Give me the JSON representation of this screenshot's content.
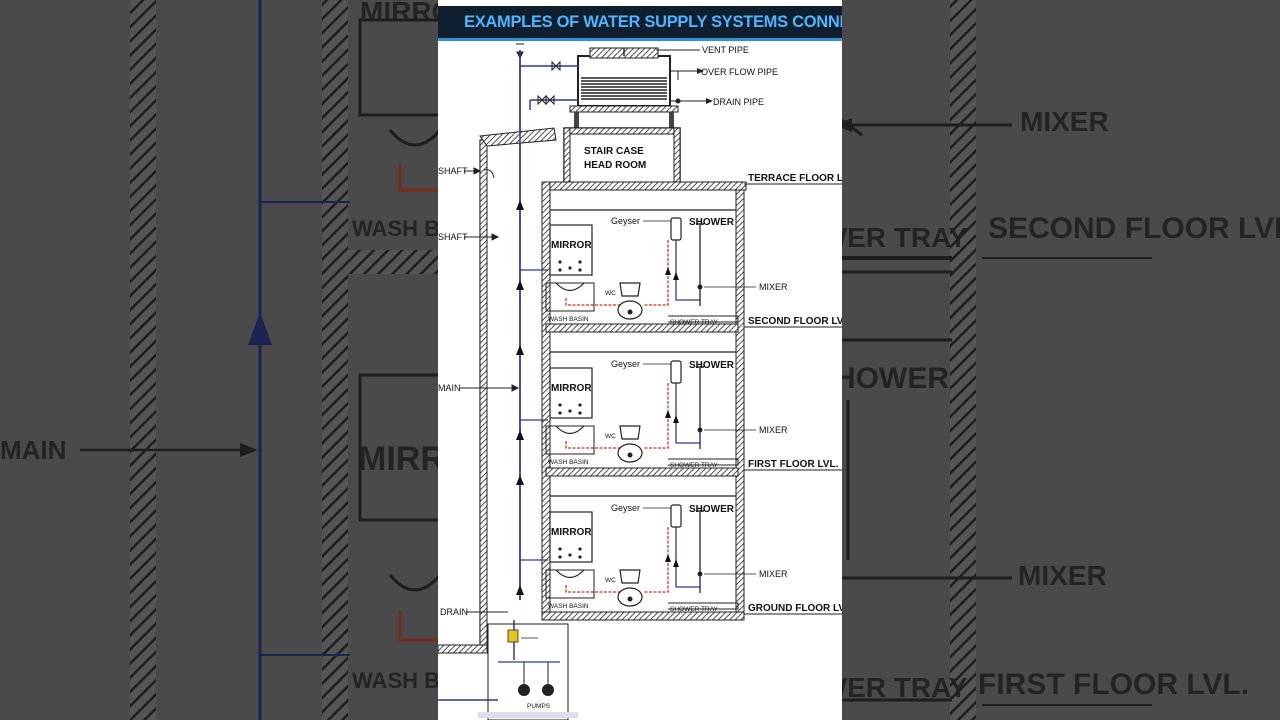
{
  "title": "EXAMPLES OF WATER SUPPLY SYSTEMS CONNECTIVITY",
  "tank": {
    "vent_pipe": "VENT PIPE",
    "over_flow_pipe": "OVER FLOW PIPE",
    "drain_pipe": "DRAIN PIPE"
  },
  "head_room": {
    "line1": "STAIR CASE",
    "line2": "HEAD ROOM"
  },
  "left_labels": {
    "shaft_1": "SHAFT",
    "shaft_2": "SHAFT",
    "main": "MAIN",
    "drain": "DRAIN"
  },
  "floors": [
    {
      "level": "TERRACE FLOOR LVL."
    },
    {
      "geyser": "Geyser",
      "shower": "SHOWER",
      "mirror": "MIRROR",
      "wc": "WC",
      "mixer": "MIXER",
      "wash_basin": "WASH BASIN",
      "shower_tray": "SHOWER TRAY",
      "level": "SECOND FLOOR LVL."
    },
    {
      "geyser": "Geyser",
      "shower": "SHOWER",
      "mirror": "MIRROR",
      "wc": "WC",
      "mixer": "MIXER",
      "wash_basin": "WASH BASIN",
      "shower_tray": "SHOWER TRAY",
      "level": "FIRST FLOOR LVL."
    },
    {
      "geyser": "Geyser",
      "shower": "SHOWER",
      "mirror": "MIRROR",
      "wc": "WC",
      "mixer": "MIXER",
      "wash_basin": "WASH BASIN",
      "shower_tray": "SHOWER TRAY",
      "level": "GROUND FLOOR LVL."
    }
  ],
  "pump_room": {
    "pumps": "PUMPS"
  },
  "background": {
    "left": {
      "mirror_top": "MIRROR",
      "wash_basin": "WASH BASIN",
      "main": "MAIN",
      "mirror": "MIRROR",
      "wash_basin_2": "WASH BASIN"
    },
    "right": {
      "mixer_1": "MIXER",
      "second_floor": "SECOND FLOOR LVL.",
      "tray_1": "SHOWER TRAY",
      "shower": "SHOWER",
      "mixer_2": "MIXER",
      "tray_2": "SHOWER TRAY",
      "first_floor": "FIRST FLOOR LVL."
    }
  },
  "colors": {
    "pipe_blue": "#2b3a8f",
    "pipe_red": "#d2331f",
    "title_bg": "#0f1f2e",
    "title_text": "#4fb4ff"
  }
}
